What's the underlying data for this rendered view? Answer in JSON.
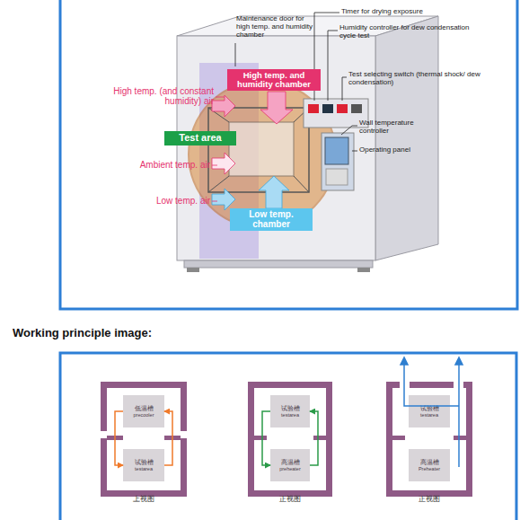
{
  "diagram": {
    "nodes": [
      {
        "text": [
          "High temp. and humidity chamber"
        ]
      },
      {
        "text": [
          "Test area"
        ]
      },
      {
        "text": [
          "Low temp. chamber"
        ]
      },
      {
        "text": [
          "上视图"
        ]
      },
      {
        "text": [
          "低温槽",
          "precooler"
        ],
        "in": 3
      },
      {
        "text": [
          "试验槽",
          "testarea"
        ],
        "in": 3
      },
      {
        "text": [
          "正视图"
        ]
      },
      {
        "text": [
          "试验槽",
          "testarea"
        ],
        "in": 6
      },
      {
        "text": [
          "高温槽",
          "preheater"
        ],
        "in": 6
      },
      {
        "text": [
          "正视图"
        ]
      },
      {
        "text": [
          "试验槽",
          "testarea"
        ],
        "in": 9
      },
      {
        "text": [
          "高温槽",
          "Preheater"
        ],
        "in": 9
      }
    ],
    "edges": [
      {
        "from": 4,
        "to": 5,
        "arrow": "to"
      },
      {
        "from": 5,
        "to": 4,
        "arrow": "to"
      },
      {
        "from": 7,
        "to": 8,
        "arrow": "to"
      },
      {
        "from": 8,
        "to": 7,
        "arrow": "to"
      }
    ],
    "labels": [
      "Maintenance door for high temp. and humidity chamber",
      "Timer for drying exposure",
      "Humidity controller for dew condensation cycle test",
      "Test selecting switch (thermal shock/ dew condensation)",
      "Wall temperature controller",
      "Operating panel",
      "High temp. (and constant humidity) air",
      "Ambient temp. air",
      "Low temp. air",
      "Working principle image:"
    ]
  }
}
